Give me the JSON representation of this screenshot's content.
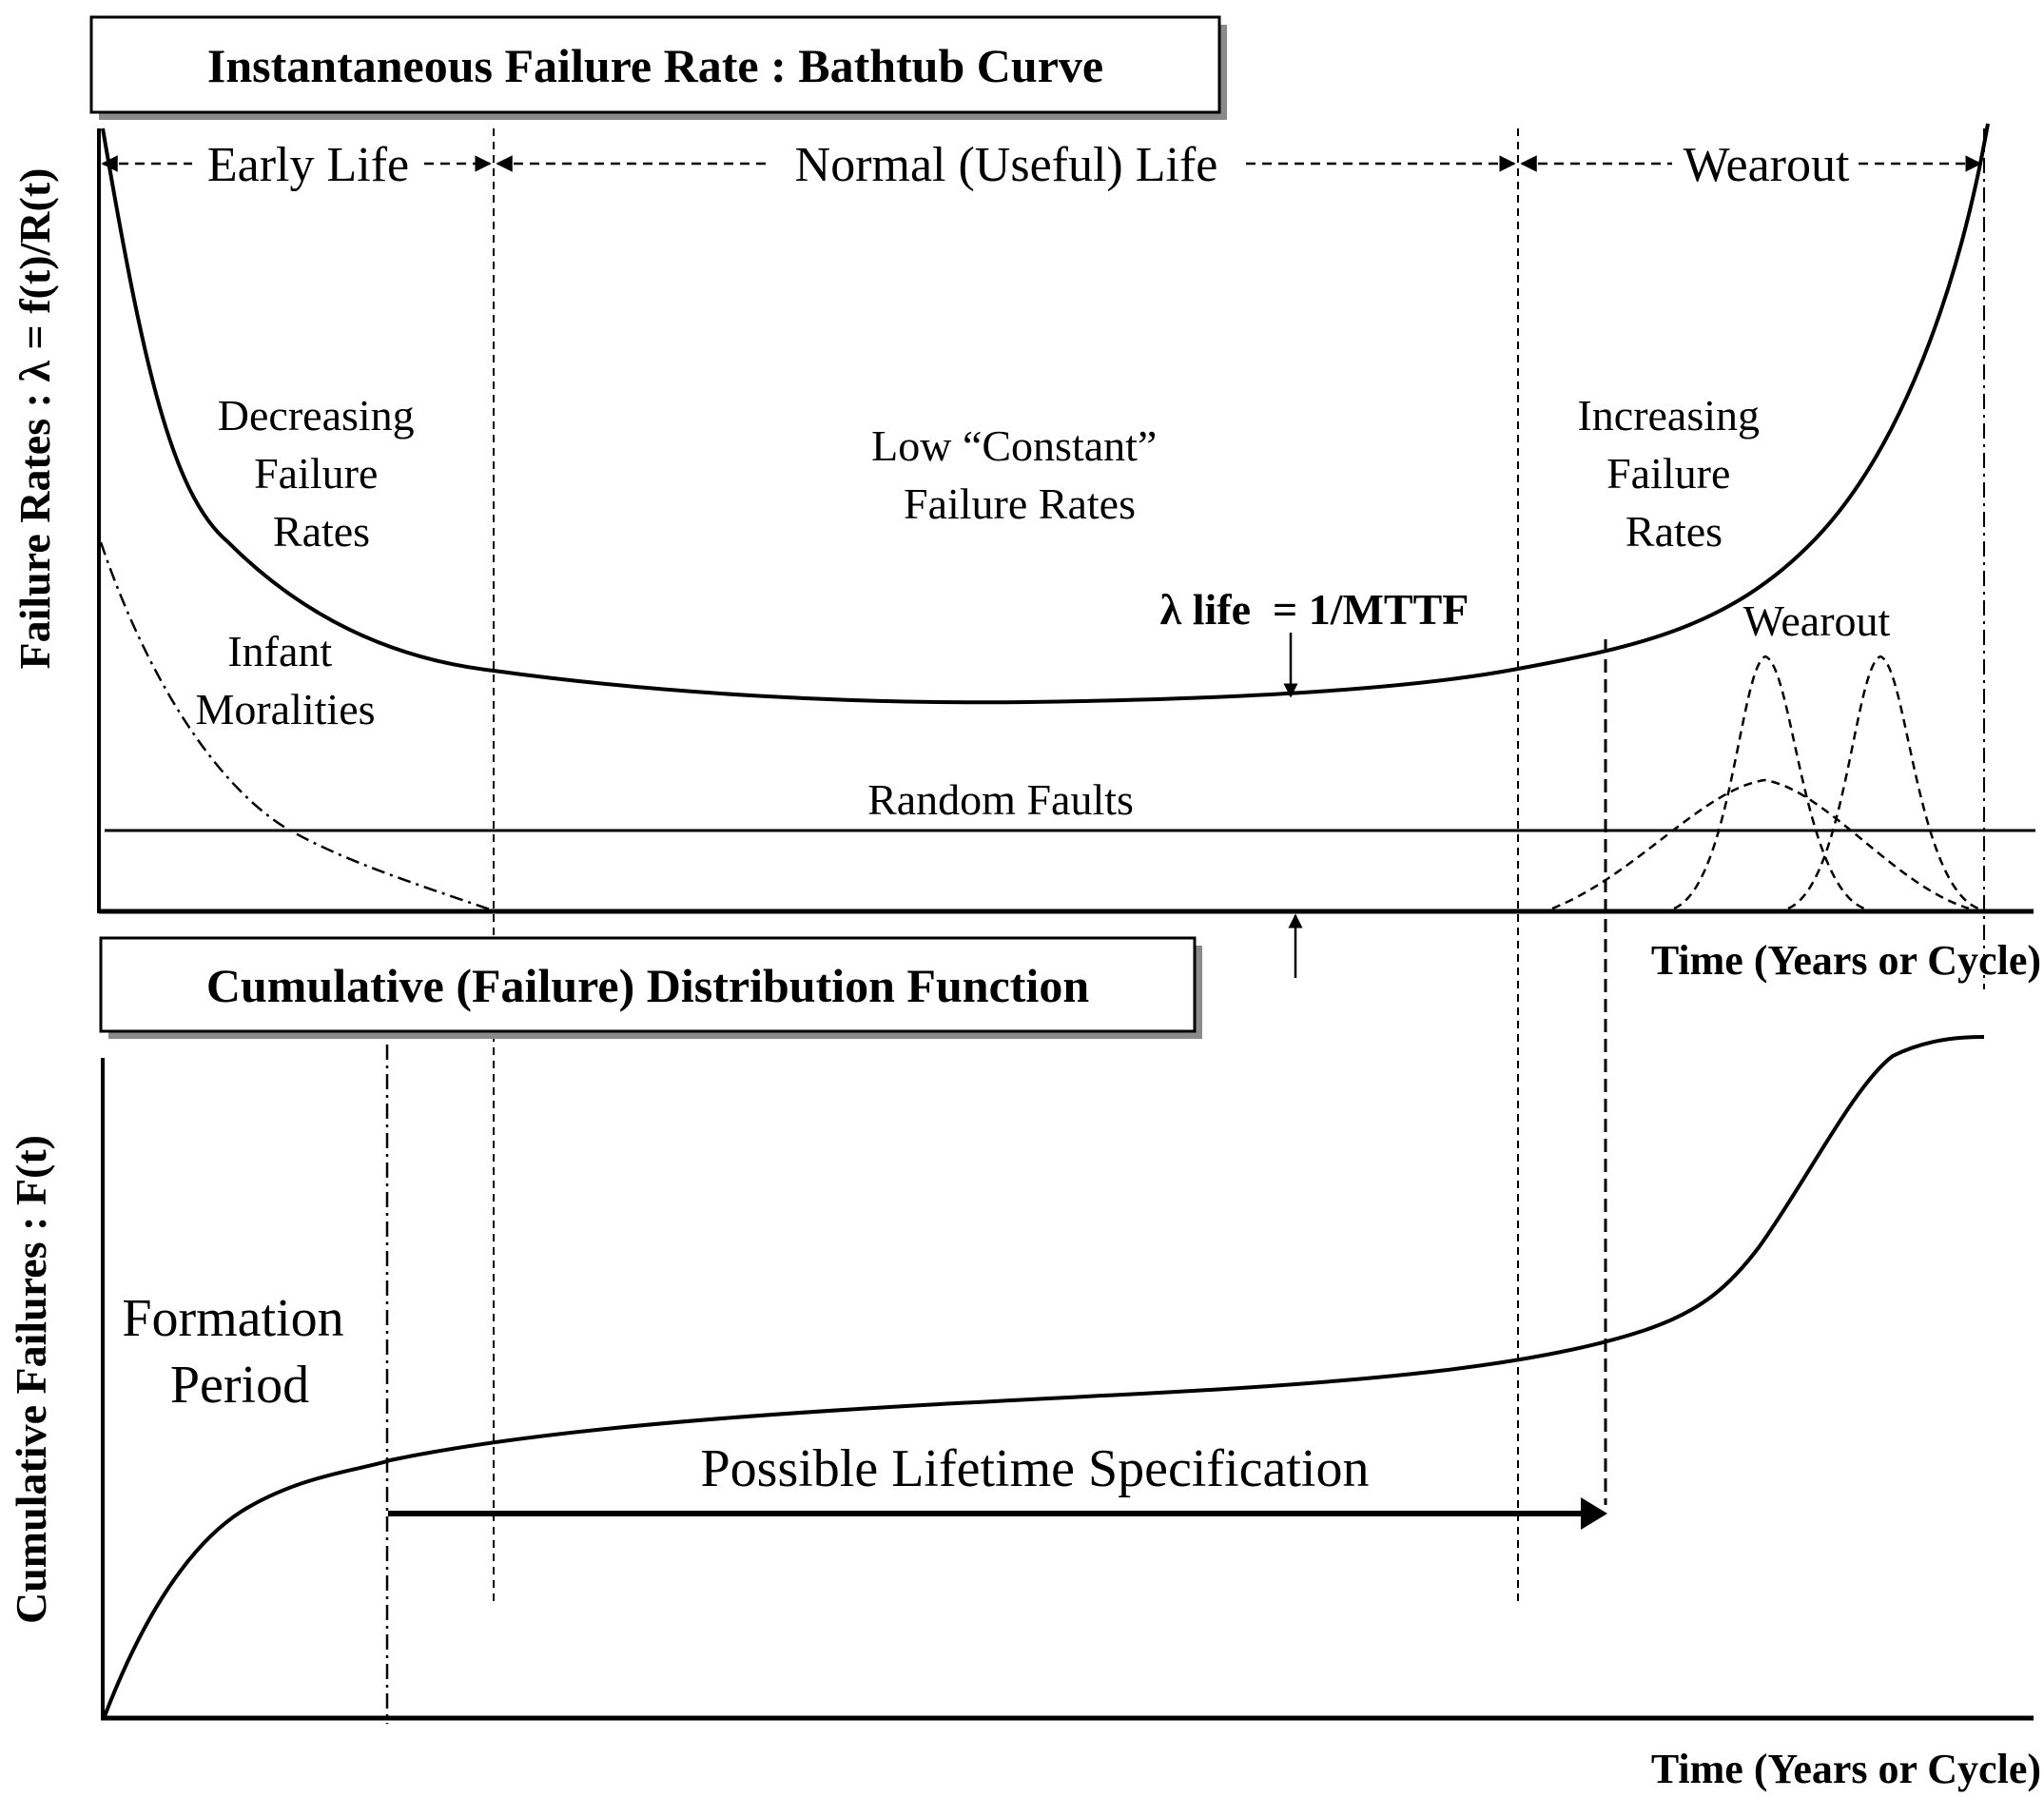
{
  "top_panel": {
    "title": "Instantaneous Failure Rate : Bathtub Curve",
    "y_axis_label": "Failure Rates : λ = f(t)/R(t)",
    "x_axis_label": "Time (Years or Cycle)",
    "phases": {
      "early": "Early Life",
      "normal": "Normal (Useful) Life",
      "wearout": "Wearout"
    },
    "annotations": {
      "decreasing": [
        "Decreasing",
        "Failure",
        "Rates"
      ],
      "constant": [
        "Low “Constant”",
        "Failure Rates"
      ],
      "increasing": [
        "Increasing",
        "Failure",
        "Rates"
      ],
      "infant": [
        "Infant",
        "Moralities"
      ],
      "lambda_life": "λ life  = 1/MTTF",
      "wearout_dist": "Wearout",
      "random_faults": "Random Faults"
    }
  },
  "bottom_panel": {
    "title": "Cumulative (Failure) Distribution Function",
    "y_axis_label": "Cumulative Failures : F(t)",
    "x_axis_label": "Time (Years or Cycle)",
    "annotations": {
      "formation": [
        "Formation",
        "Period"
      ],
      "lifetime_spec": "Possible Lifetime Specification"
    }
  },
  "colors": {
    "ink": "#000000",
    "background": "#ffffff",
    "shadow": "#8a8a8a"
  }
}
